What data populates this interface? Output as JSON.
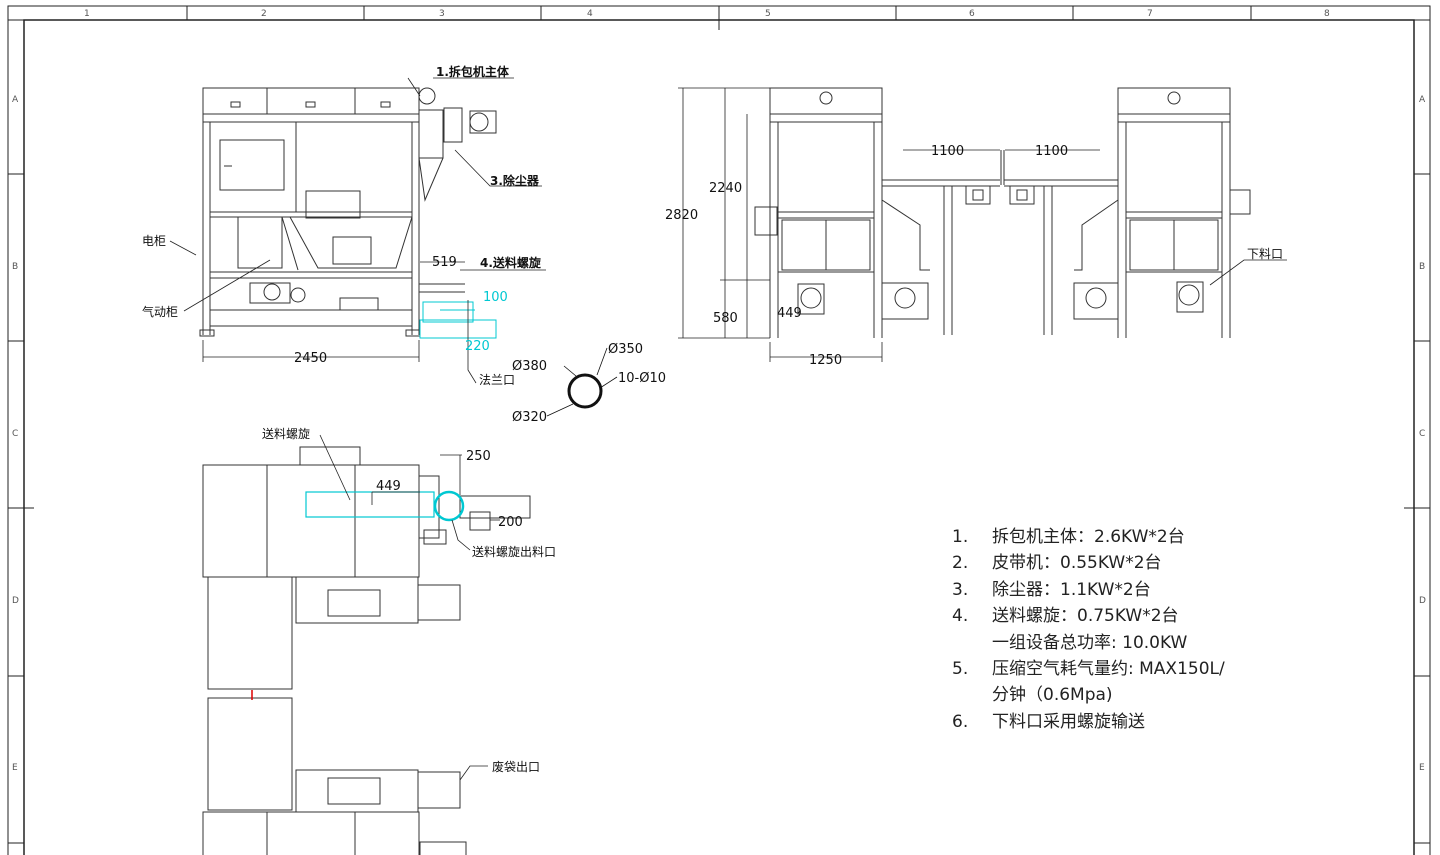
{
  "frame": {
    "columns": [
      "1",
      "2",
      "3",
      "4",
      "5",
      "6",
      "7",
      "8"
    ],
    "rows": [
      "A",
      "B",
      "C",
      "D",
      "E"
    ]
  },
  "front_view": {
    "callouts": {
      "main_body": "1.拆包机主体",
      "dust_collector": "3.除尘器",
      "feed_screw": "4.送料螺旋",
      "electric_cabinet": "电柜",
      "pneumatic_cabinet": "气动柜",
      "flange": "法兰口"
    },
    "dims": {
      "width": "2450",
      "d519": "519",
      "d100": "100",
      "d220": "220"
    }
  },
  "flange_detail": {
    "d380": "Ø380",
    "d350": "Ø350",
    "d320": "Ø320",
    "holes": "10-Ø10"
  },
  "side_view": {
    "dims": {
      "total_height": "2820",
      "upper_height": "2240",
      "lower_height": "580",
      "gap_left": "1100",
      "gap_right": "1100",
      "depth": "1250",
      "d449": "449"
    },
    "callouts": {
      "discharge": "下料口"
    }
  },
  "top_view": {
    "callouts": {
      "feed_screw": "送料螺旋",
      "screw_outlet": "送料螺旋出料口",
      "waste_bag_outlet": "废袋出口"
    },
    "dims": {
      "d250": "250",
      "d449": "449",
      "d200": "200"
    }
  },
  "specs": [
    {
      "num": "1.",
      "lines": [
        "拆包机主体：2.6KW*2台"
      ]
    },
    {
      "num": "2.",
      "lines": [
        "皮带机：0.55KW*2台"
      ]
    },
    {
      "num": "3.",
      "lines": [
        "除尘器：1.1KW*2台"
      ]
    },
    {
      "num": "4.",
      "lines": [
        "送料螺旋：0.75KW*2台",
        "一组设备总功率: 10.0KW"
      ]
    },
    {
      "num": "5.",
      "lines": [
        "压缩空气耗气量约: MAX150L/",
        "分钟（0.6Mpa)"
      ]
    },
    {
      "num": "6.",
      "lines": [
        "下料口采用螺旋输送"
      ]
    }
  ]
}
